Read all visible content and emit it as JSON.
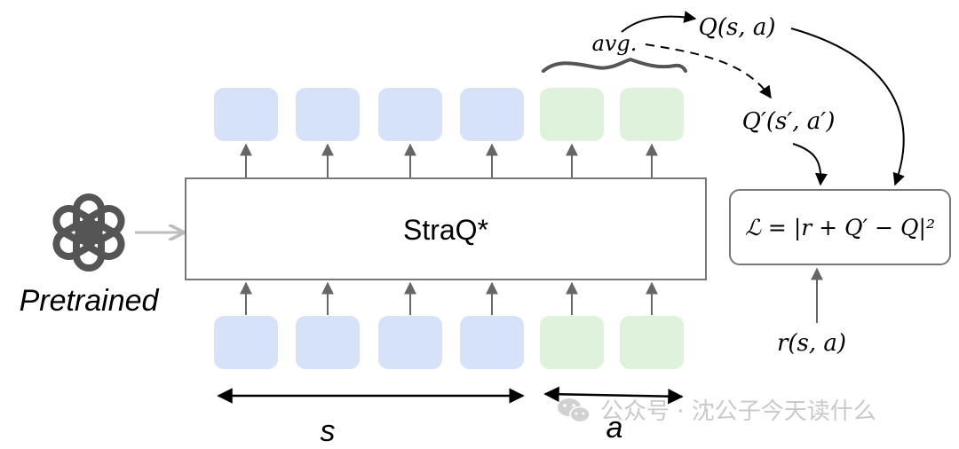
{
  "diagram": {
    "pretrained_label": "Pretrained",
    "model_label": "StraQ*",
    "state_label": "s",
    "action_label": "a",
    "avg_label": "avg.",
    "q_label": "Q(s, a)",
    "q_next_label": "Q′(s′, a′)",
    "reward_label": "r(s, a)",
    "loss_label": "ℒ = |r + Q′ − Q|²",
    "watermark": "公众号 · 沈公子今天读什么",
    "colors": {
      "state_token": "#d6e2f7",
      "action_token": "#dff2dc",
      "arrow": "#666666",
      "pretrained_arrow": "#bdbdbd",
      "box_border": "#777777",
      "logo": "#555555"
    },
    "icons": {
      "logo": "openai-logo-icon",
      "watermark": "wechat-icon"
    }
  }
}
